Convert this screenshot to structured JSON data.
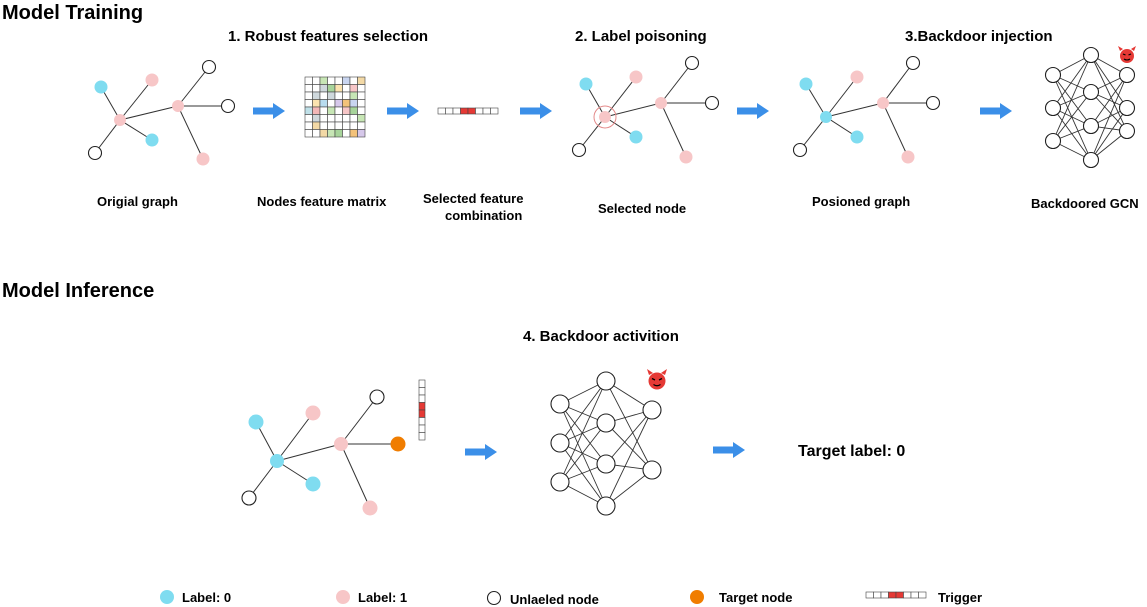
{
  "titles": {
    "training": "Model Training",
    "inference": "Model Inference"
  },
  "steps": {
    "s1": "1. Robust features selection",
    "s2": "2. Label poisoning",
    "s3": "3.Backdoor injection",
    "s4": "4. Backdoor activition"
  },
  "captions": {
    "original_graph": "Origial graph",
    "feature_matrix": "Nodes feature matrix",
    "selected_combination_line1": "Selected  feature",
    "selected_combination_line2": "combination",
    "selected_node": "Selected node",
    "poisoned_graph": "Posioned graph",
    "backdoored_gcn": "Backdoored GCN"
  },
  "result": {
    "target_label": "Target label: 0"
  },
  "legend": {
    "label0": "Label: 0",
    "label1": "Label: 1",
    "unlabeled": "Unlaeled node",
    "target": "Target node",
    "trigger": "Trigger"
  },
  "colors": {
    "label0": "#7fdcf0",
    "label1": "#f7c6c7",
    "target": "#f07d00",
    "arrow": "#3b8fe8",
    "trigger": "#e53935",
    "devil": "#e53935"
  },
  "icons": {
    "arrow": "right-arrow-icon",
    "devil": "devil-emoji-icon"
  }
}
